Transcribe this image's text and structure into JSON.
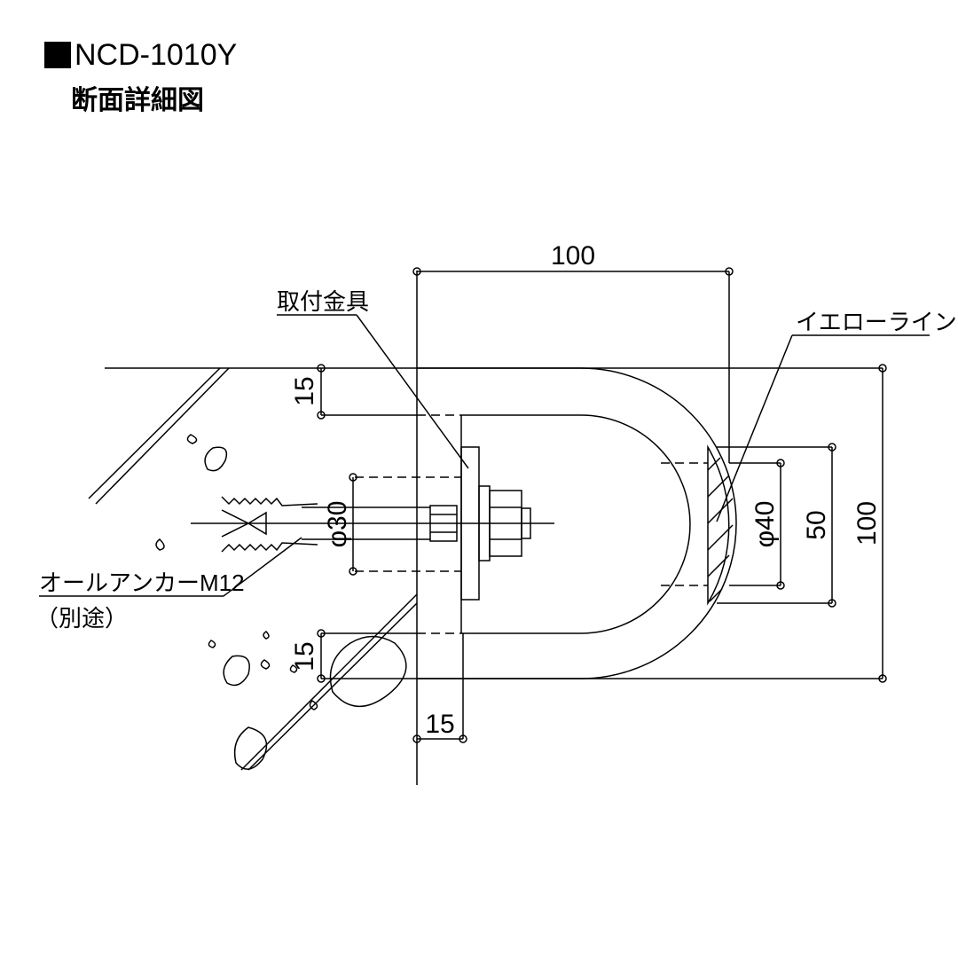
{
  "header": {
    "model": "NCD-1010Y",
    "subtitle": "断面詳細図"
  },
  "labels": {
    "bracket": "取付金具",
    "yellow_line": "イエローライン",
    "anchor": "オールアンカーM12",
    "anchor_note": "（別途）"
  },
  "dimensions": {
    "top_width": "100",
    "top_flange": "15",
    "bottom_flange": "15",
    "bottom_width": "15",
    "bolt_dia": "φ30",
    "line_dia": "φ40",
    "line_height": "50",
    "total_height": "100"
  },
  "colors": {
    "stroke": "#000000",
    "background": "#ffffff"
  }
}
